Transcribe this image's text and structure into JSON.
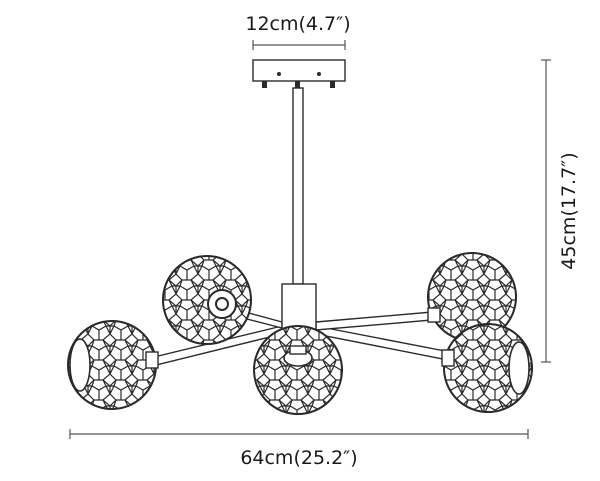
{
  "dimensions": {
    "top_width": "12cm(4.7″)",
    "height": "45cm(17.7″)",
    "bottom_width": "64cm(25.2″)"
  },
  "colors": {
    "line": "#2a2a2a",
    "dim_line": "#555555",
    "text": "#1a1a1a",
    "background": "#ffffff"
  },
  "globes": [
    {
      "id": "far-left"
    },
    {
      "id": "back-left"
    },
    {
      "id": "front-center"
    },
    {
      "id": "back-right"
    },
    {
      "id": "front-right"
    }
  ]
}
